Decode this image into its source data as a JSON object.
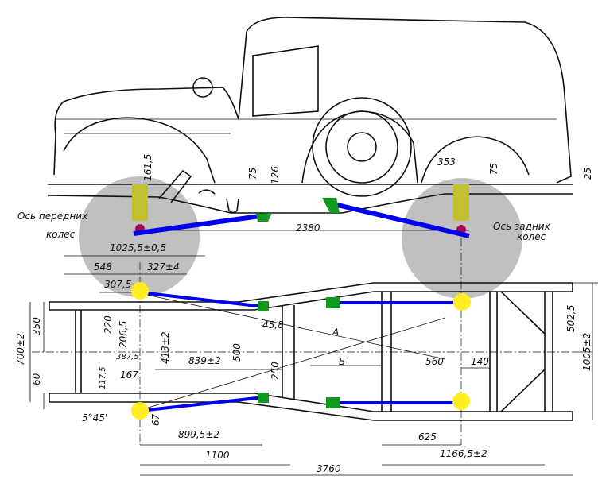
{
  "labels": {
    "front_axle_line1": "Ось передних",
    "front_axle_line2": "колес",
    "rear_axle_line1": "Ось задних",
    "rear_axle_line2": "колес"
  },
  "dimensions": {
    "d161_5": "161,5",
    "d75a": "75",
    "d126": "126",
    "d353": "353",
    "d75b": "75",
    "d25": "25",
    "d2380": "2380",
    "d1025_5": "1025,5±0,5",
    "d548": "548",
    "d327": "327±4",
    "d307_5": "307,5",
    "d350": "350",
    "d700": "700±2",
    "d60": "60",
    "d220": "220",
    "d206_5": "206,5",
    "d387_5": "387,5",
    "d413": "413±2",
    "d839": "839±2",
    "d500": "500",
    "d45_8": "45,8",
    "d250": "250",
    "d117_5": "117,5",
    "d167": "167",
    "angle": "5°45'",
    "d67": "67",
    "d899_5": "899,5±2",
    "d1100": "1100",
    "d3760": "3760",
    "A": "А",
    "B": "Б",
    "d560": "560",
    "d140": "140",
    "d502_5": "502,5",
    "d1005": "1005±2",
    "d625": "625",
    "d1166_5": "1166,5±2"
  },
  "colors": {
    "wheel_overlay": "#c0c0c0",
    "axle_marker": "#c0c030",
    "pivot_point": "#a01050",
    "link_rod": "#0000ee",
    "mount": "#109a20",
    "pivot_top_view": "#ffee22"
  }
}
